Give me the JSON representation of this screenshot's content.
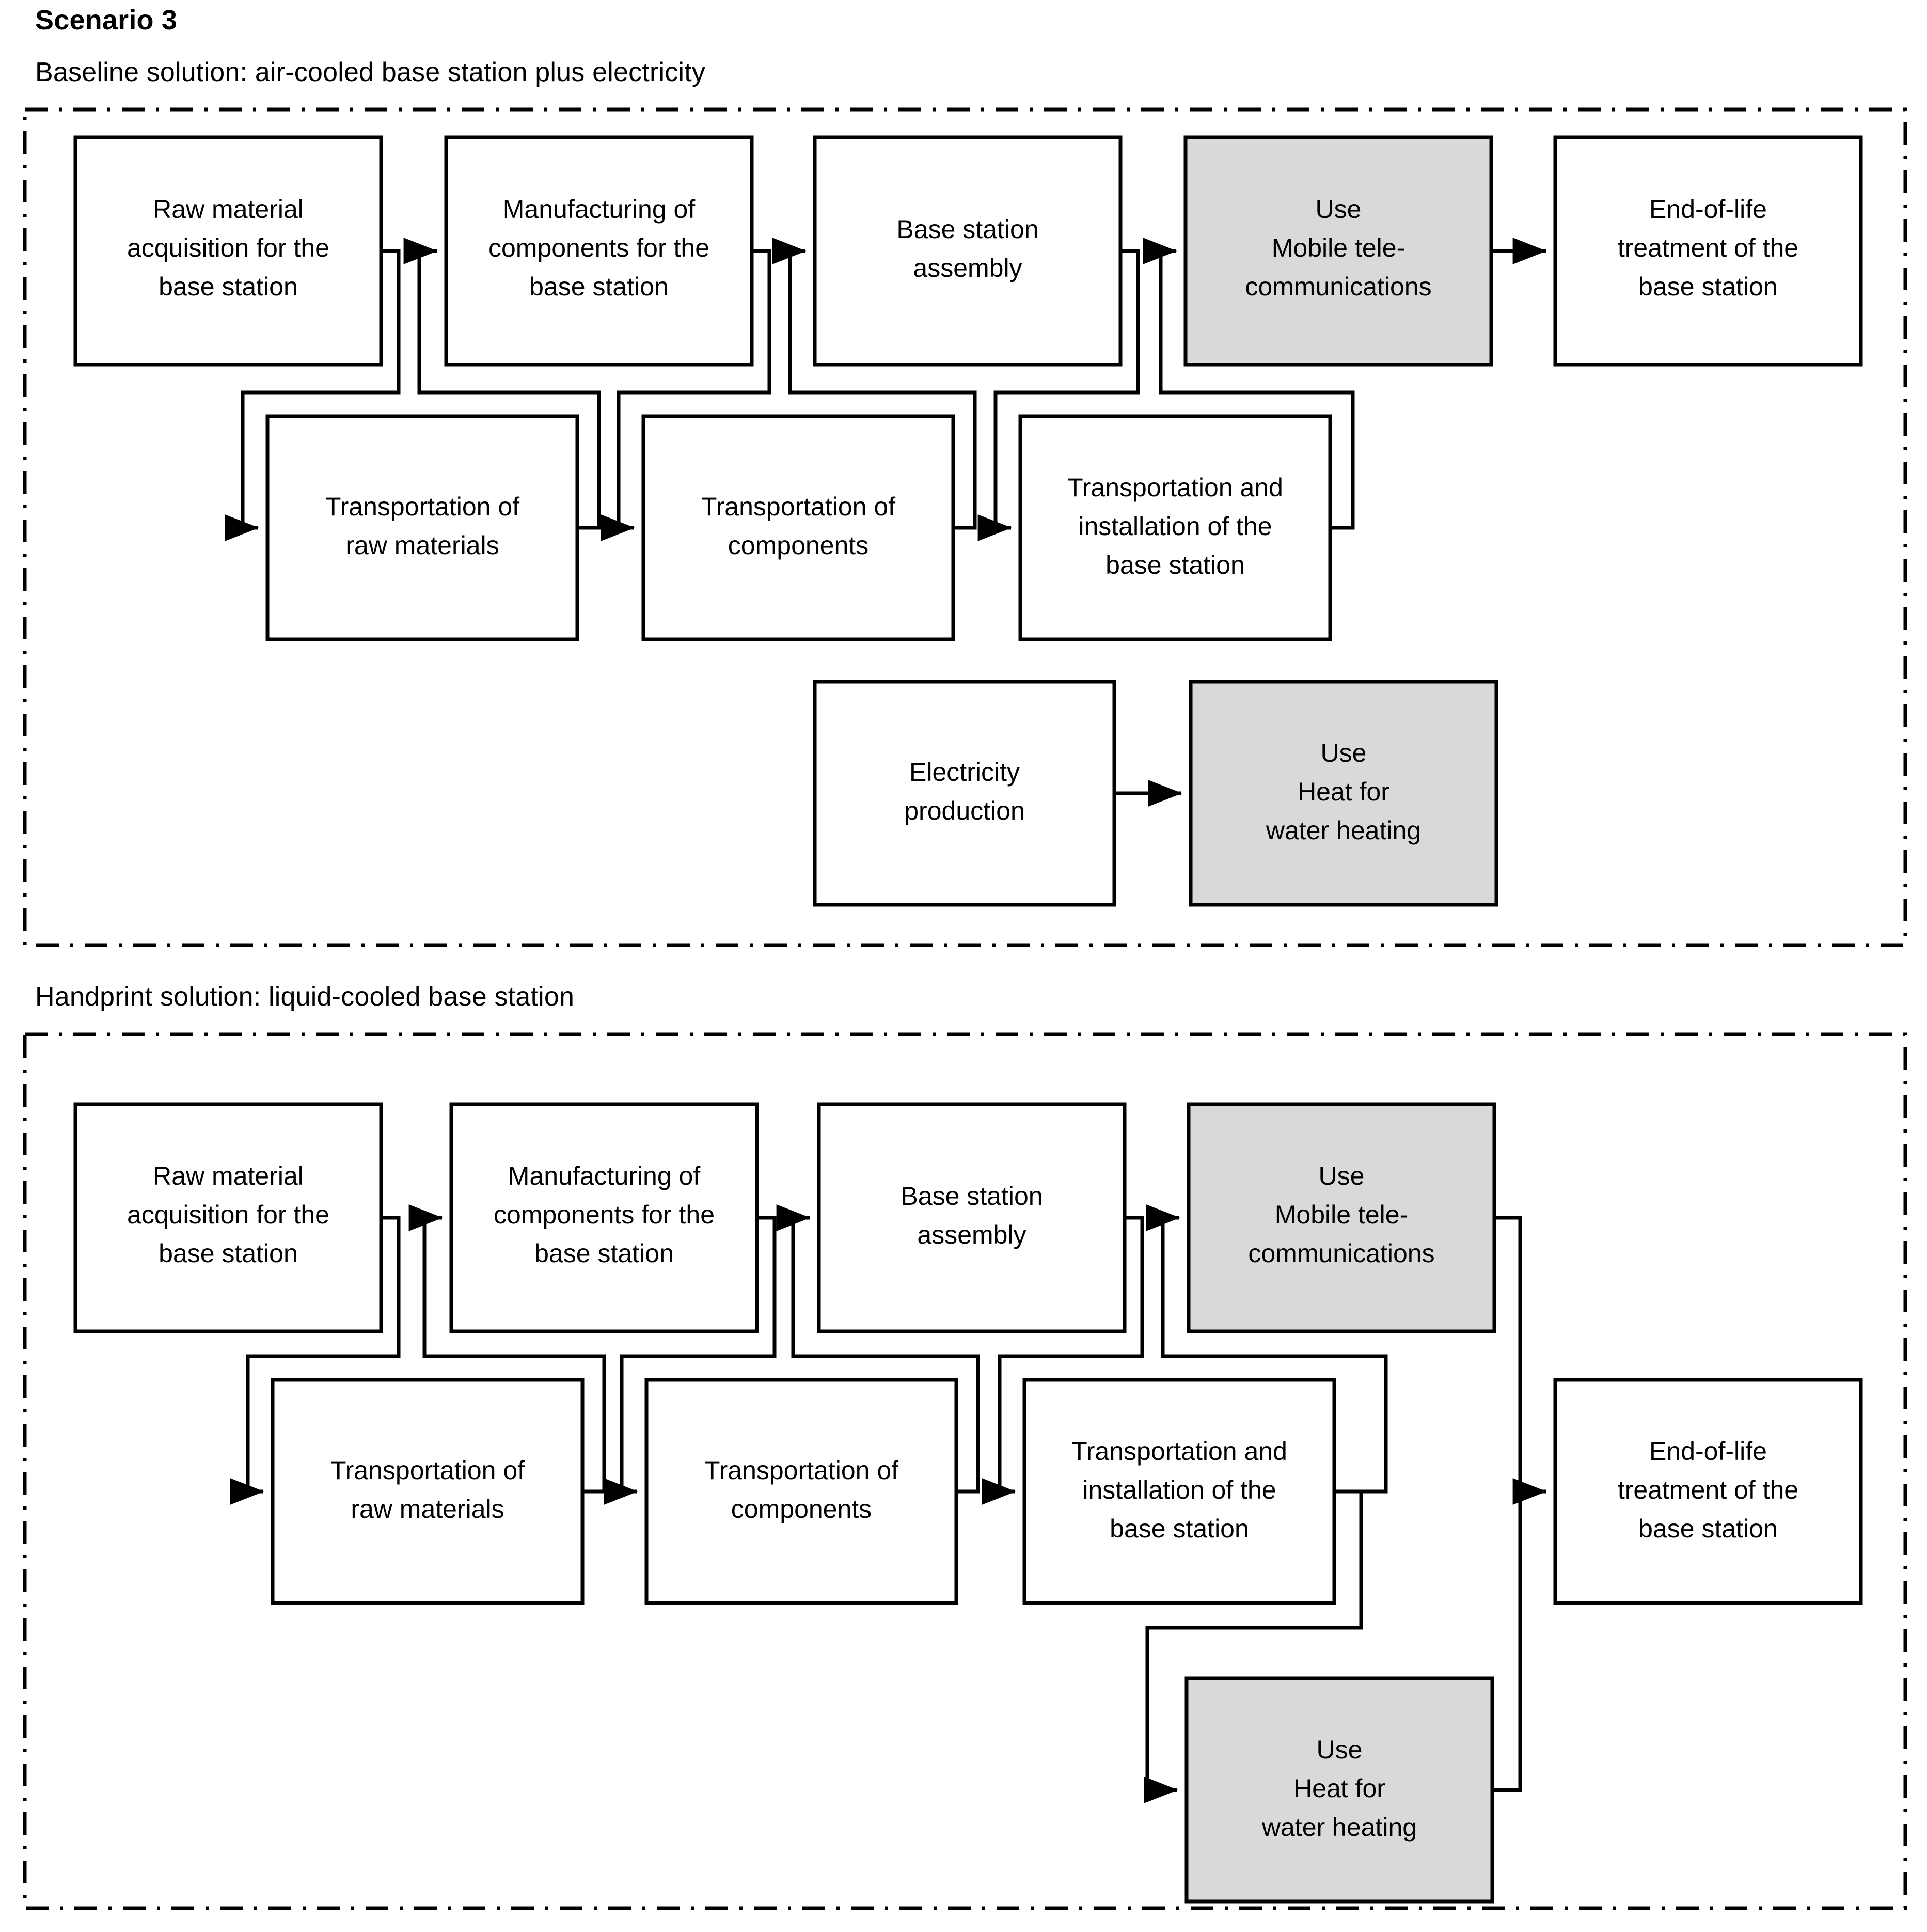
{
  "figure": {
    "title": "Scenario 3",
    "panels": [
      {
        "id": "baseline",
        "caption": "Baseline solution: air-cooled base station plus electricity",
        "boxes": [
          {
            "id": "b-raw",
            "fill": "white",
            "lines": [
              "Raw material",
              "acquisition for the",
              "base station"
            ]
          },
          {
            "id": "b-mfg",
            "fill": "white",
            "lines": [
              "Manufacturing of",
              "components for the",
              "base station"
            ]
          },
          {
            "id": "b-asm",
            "fill": "white",
            "lines": [
              "Base station",
              "assembly"
            ]
          },
          {
            "id": "b-use-mob",
            "fill": "gray",
            "lines": [
              "Use",
              "Mobile tele-",
              "communications"
            ]
          },
          {
            "id": "b-eol",
            "fill": "white",
            "lines": [
              "End-of-life",
              "treatment of the",
              "base station"
            ]
          },
          {
            "id": "b-trp-raw",
            "fill": "white",
            "lines": [
              "Transportation of",
              "raw materials"
            ]
          },
          {
            "id": "b-trp-cmp",
            "fill": "white",
            "lines": [
              "Transportation of",
              "components"
            ]
          },
          {
            "id": "b-trp-ins",
            "fill": "white",
            "lines": [
              "Transportation and",
              "installation of the",
              "base station"
            ]
          },
          {
            "id": "b-elec",
            "fill": "white",
            "lines": [
              "Electricity",
              "production"
            ]
          },
          {
            "id": "b-use-heat",
            "fill": "gray",
            "lines": [
              "Use",
              "Heat for",
              "water heating"
            ]
          }
        ],
        "flows": [
          {
            "from": "b-raw",
            "to": "b-trp-raw"
          },
          {
            "from": "b-trp-raw",
            "to": "b-mfg"
          },
          {
            "from": "b-mfg",
            "to": "b-trp-cmp"
          },
          {
            "from": "b-trp-cmp",
            "to": "b-asm"
          },
          {
            "from": "b-asm",
            "to": "b-trp-ins"
          },
          {
            "from": "b-trp-ins",
            "to": "b-use-mob"
          },
          {
            "from": "b-use-mob",
            "to": "b-eol"
          },
          {
            "from": "b-elec",
            "to": "b-use-heat"
          }
        ]
      },
      {
        "id": "handprint",
        "caption": "Handprint solution: liquid-cooled base station",
        "boxes": [
          {
            "id": "h-raw",
            "fill": "white",
            "lines": [
              "Raw material",
              "acquisition for the",
              "base station"
            ]
          },
          {
            "id": "h-mfg",
            "fill": "white",
            "lines": [
              "Manufacturing of",
              "components for the",
              "base station"
            ]
          },
          {
            "id": "h-asm",
            "fill": "white",
            "lines": [
              "Base station",
              "assembly"
            ]
          },
          {
            "id": "h-use-mob",
            "fill": "gray",
            "lines": [
              "Use",
              "Mobile tele-",
              "communications"
            ]
          },
          {
            "id": "h-trp-raw",
            "fill": "white",
            "lines": [
              "Transportation of",
              "raw materials"
            ]
          },
          {
            "id": "h-trp-cmp",
            "fill": "white",
            "lines": [
              "Transportation of",
              "components"
            ]
          },
          {
            "id": "h-trp-ins",
            "fill": "white",
            "lines": [
              "Transportation and",
              "installation of the",
              "base station"
            ]
          },
          {
            "id": "h-eol",
            "fill": "white",
            "lines": [
              "End-of-life",
              "treatment of the",
              "base station"
            ]
          },
          {
            "id": "h-use-heat",
            "fill": "gray",
            "lines": [
              "Use",
              "Heat for",
              "water heating"
            ]
          }
        ],
        "flows": [
          {
            "from": "h-raw",
            "to": "h-trp-raw"
          },
          {
            "from": "h-trp-raw",
            "to": "h-mfg"
          },
          {
            "from": "h-mfg",
            "to": "h-trp-cmp"
          },
          {
            "from": "h-trp-cmp",
            "to": "h-asm"
          },
          {
            "from": "h-asm",
            "to": "h-trp-ins"
          },
          {
            "from": "h-trp-ins",
            "to": "h-use-mob"
          },
          {
            "from": "h-trp-ins",
            "to": "h-use-heat"
          },
          {
            "from": "h-use-mob",
            "to": "h-eol"
          },
          {
            "from": "h-use-heat",
            "to": "h-eol"
          }
        ]
      }
    ],
    "colors": {
      "box_fill_white": "#ffffff",
      "box_fill_gray": "#d9d9d9",
      "stroke": "#000000",
      "background": "#ffffff"
    }
  }
}
